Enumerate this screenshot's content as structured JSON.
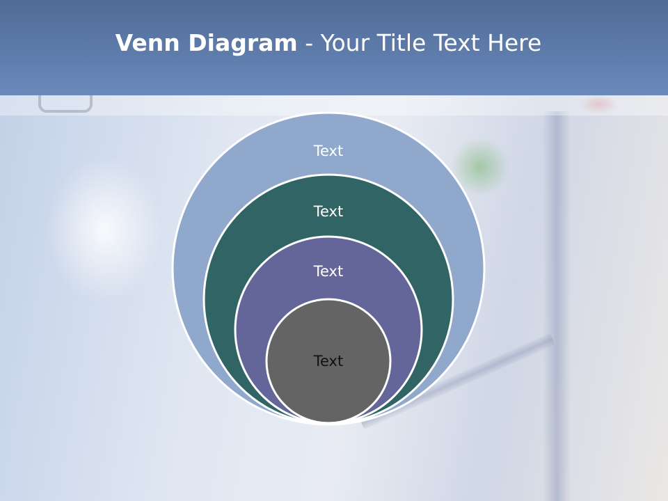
{
  "slide": {
    "title_bold": "Venn Diagram",
    "title_rest": " - Your Title Text Here"
  },
  "diagram": {
    "type": "nested-circles",
    "circles": [
      {
        "label": "Text",
        "fill": "#8fa8cb",
        "text_color": "#ffffff"
      },
      {
        "label": "Text",
        "fill": "#316565",
        "text_color": "#ffffff"
      },
      {
        "label": "Text",
        "fill": "#646699",
        "text_color": "#ffffff"
      },
      {
        "label": "Text",
        "fill": "#646464",
        "text_color": "#111111"
      }
    ]
  },
  "colors": {
    "header_top": "#4f6b96",
    "header_bottom": "#6a89bb",
    "outline": "#ffffff"
  }
}
